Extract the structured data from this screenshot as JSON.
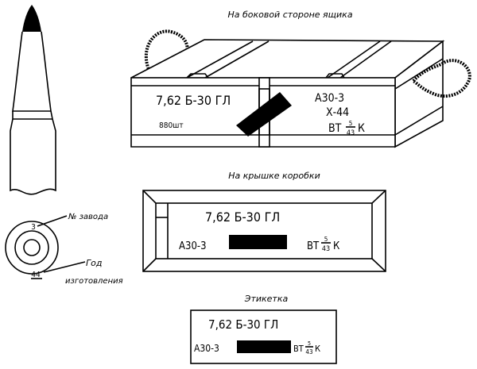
{
  "titles": {
    "side": "На боковой стороне ящика",
    "lid": "На крышке коробки",
    "label": "Этикетка"
  },
  "cartridge_base": {
    "factory_number": "3",
    "year": "44",
    "factory_caption": "№ завода",
    "year_caption_1": "Год",
    "year_caption_2": "изготовления"
  },
  "side_box": {
    "caliber_line": "7,62 Б-30 ГЛ",
    "count": "880шт",
    "powder": "А30-3",
    "lot": "Х-44",
    "vt_prefix": "ВТ",
    "vt_num": "5",
    "vt_den": "43",
    "vt_suffix": "К"
  },
  "lid_box": {
    "caliber_line": "7,62 Б-30 ГЛ",
    "powder": "А30-3",
    "vt_prefix": "ВТ",
    "vt_num": "5",
    "vt_den": "43",
    "vt_suffix": "К"
  },
  "label": {
    "caliber_line": "7,62 Б-30 ГЛ",
    "powder": "А30-3",
    "vt_prefix": "ВТ",
    "vt_num": "5",
    "vt_den": "43",
    "vt_suffix": "К"
  }
}
